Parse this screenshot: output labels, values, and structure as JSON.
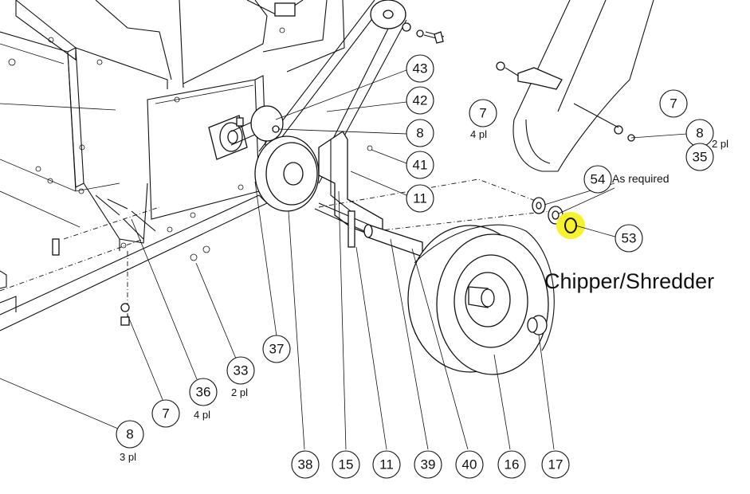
{
  "diagram": {
    "title": "Chipper/Shredder",
    "note_as_required": "As required",
    "highlight_color": "#f6f22b",
    "callouts": [
      {
        "num": "43",
        "qty": ""
      },
      {
        "num": "42",
        "qty": ""
      },
      {
        "num": "8",
        "qty": ""
      },
      {
        "num": "41",
        "qty": ""
      },
      {
        "num": "11",
        "qty": ""
      },
      {
        "num": "7",
        "qty": "4 pl"
      },
      {
        "num": "7",
        "qty": ""
      },
      {
        "num": "8",
        "qty": "2 pl"
      },
      {
        "num": "35",
        "qty": ""
      },
      {
        "num": "54",
        "qty": ""
      },
      {
        "num": "53",
        "qty": ""
      },
      {
        "num": "37",
        "qty": ""
      },
      {
        "num": "33",
        "qty": "2 pl"
      },
      {
        "num": "36",
        "qty": "4 pl"
      },
      {
        "num": "7",
        "qty": ""
      },
      {
        "num": "8",
        "qty": "3 pl"
      },
      {
        "num": "38",
        "qty": ""
      },
      {
        "num": "15",
        "qty": ""
      },
      {
        "num": "11",
        "qty": ""
      },
      {
        "num": "39",
        "qty": ""
      },
      {
        "num": "40",
        "qty": ""
      },
      {
        "num": "16",
        "qty": ""
      },
      {
        "num": "17",
        "qty": ""
      }
    ]
  }
}
